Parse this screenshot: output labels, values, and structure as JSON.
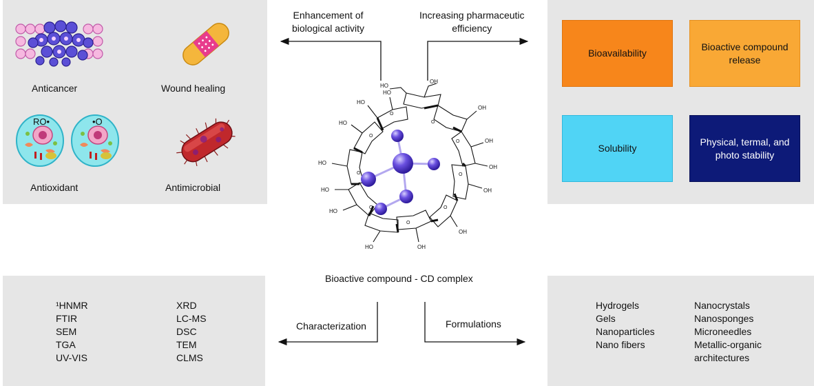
{
  "top_center": {
    "left_header": "Enhancement of\nbiological activity",
    "right_header": "Increasing pharmaceutic\nefficiency"
  },
  "activities": {
    "anticancer": "Anticancer",
    "wound_healing": "Wound healing",
    "antioxidant": "Antioxidant",
    "antimicrobial": "Antimicrobial",
    "radical_1": "RO•",
    "radical_2": "•O"
  },
  "efficiency": {
    "bioavailability": "Bioavailability",
    "release": "Bioactive compound\nrelease",
    "solubility": "Solubility",
    "stability": "Physical, termal, and\nphoto stability",
    "colors": {
      "bioavailability": "#f7861b",
      "release": "#f9a835",
      "solubility": "#50d4f5",
      "stability": "#0d1a78"
    }
  },
  "complex": {
    "caption": "Bioactive compound - CD complex",
    "oh_label": "HO",
    "oh_label_r": "OH"
  },
  "characterization": {
    "label": "Characterization",
    "col1": [
      "¹HNMR",
      "FTIR",
      "SEM",
      "TGA",
      "UV-VIS"
    ],
    "col2": [
      "XRD",
      "LC-MS",
      "DSC",
      "TEM",
      "CLMS"
    ]
  },
  "formulations": {
    "label": "Formulations",
    "col1": [
      "Hydrogels",
      "Gels",
      "Nanoparticles",
      "Nano fibers"
    ],
    "col2": [
      "Nanocrystals",
      "Nanosponges",
      "Microneedles",
      "Metallic-organic",
      "architectures"
    ]
  }
}
